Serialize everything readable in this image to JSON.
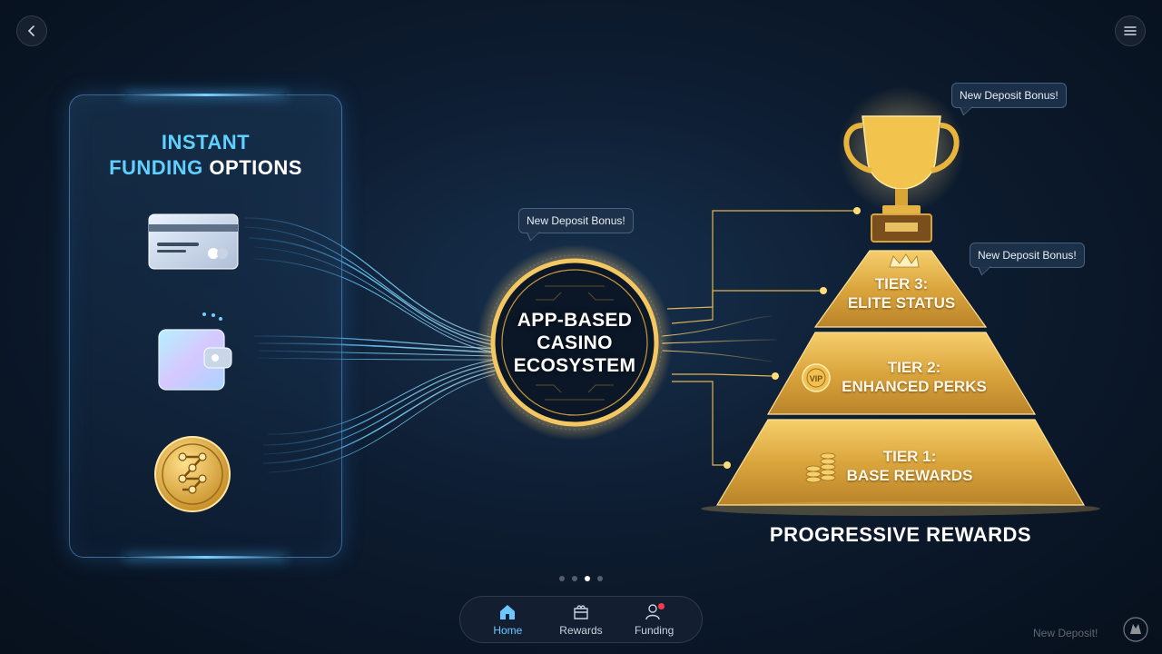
{
  "funding_panel": {
    "title_line1": "INSTANT",
    "title_line2a": "FUNDING",
    "title_line2b": "OPTIONS",
    "icons": [
      "credit-card-icon",
      "wallet-icon",
      "crypto-coin-icon"
    ]
  },
  "hub": {
    "line1": "APP-BASED",
    "line2": "CASINO",
    "line3": "ECOSYSTEM"
  },
  "tags": {
    "center": "New Deposit Bonus!",
    "trophy": "New Deposit Bonus!",
    "tier3": "New Deposit Bonus!"
  },
  "pyramid": {
    "tier3": {
      "line1": "TIER 3:",
      "line2": "ELITE STATUS",
      "icon": "crown-icon"
    },
    "tier2": {
      "line1": "TIER 2:",
      "line2": "ENHANCED PERKS",
      "icon": "vip-badge-icon"
    },
    "tier1": {
      "line1": "TIER 1:",
      "line2": "BASE REWARDS",
      "icon": "coin-stack-icon"
    },
    "title": "PROGRESSIVE REWARDS"
  },
  "pagination": {
    "count": 4,
    "active_index": 2
  },
  "nav": {
    "items": [
      {
        "label": "Home",
        "icon": "home-icon",
        "active": true
      },
      {
        "label": "Rewards",
        "icon": "rewards-icon",
        "active": false
      },
      {
        "label": "Funding",
        "icon": "funding-user-icon",
        "active": false
      }
    ]
  },
  "footer": {
    "note": "New Deposit!"
  },
  "colors": {
    "accent_blue": "#5fd0ff",
    "gold": "#e8b84a",
    "background": "#0d1c30",
    "notification": "#ff3b4d"
  }
}
